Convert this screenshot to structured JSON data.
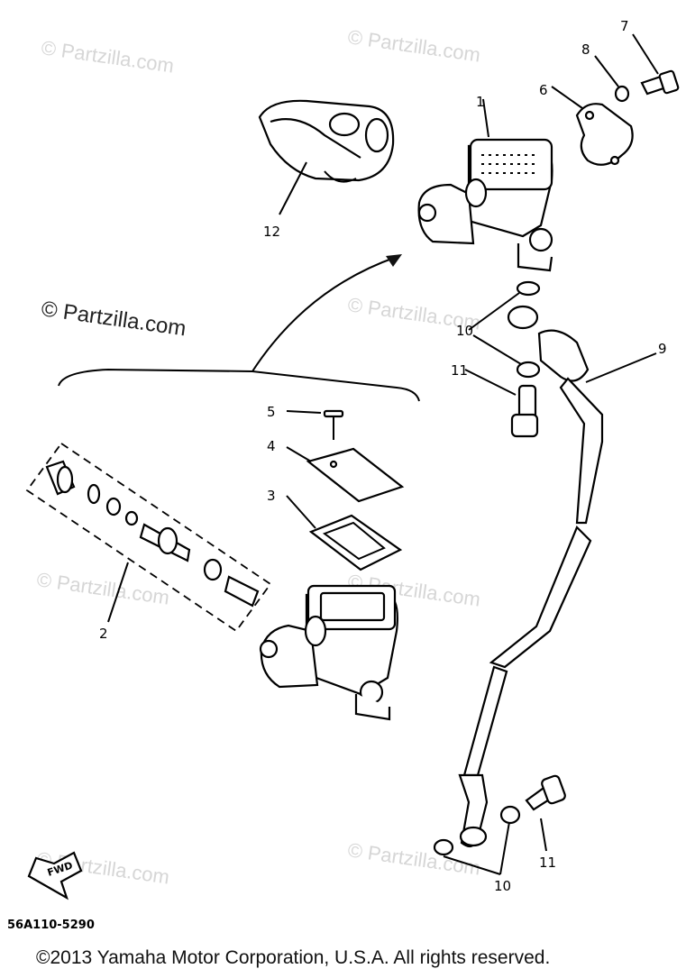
{
  "watermarks": {
    "text": "© Partzilla.com",
    "emphasized": "© Partzilla.com"
  },
  "callouts": [
    "1",
    "2",
    "3",
    "4",
    "5",
    "6",
    "7",
    "8",
    "9",
    "10",
    "10",
    "11",
    "11",
    "12"
  ],
  "direction_arrow": "FWD",
  "diagram_code": "56A110-5290",
  "copyright": "©2013  Yamaha Motor Corporation, U.S.A. All rights reserved."
}
